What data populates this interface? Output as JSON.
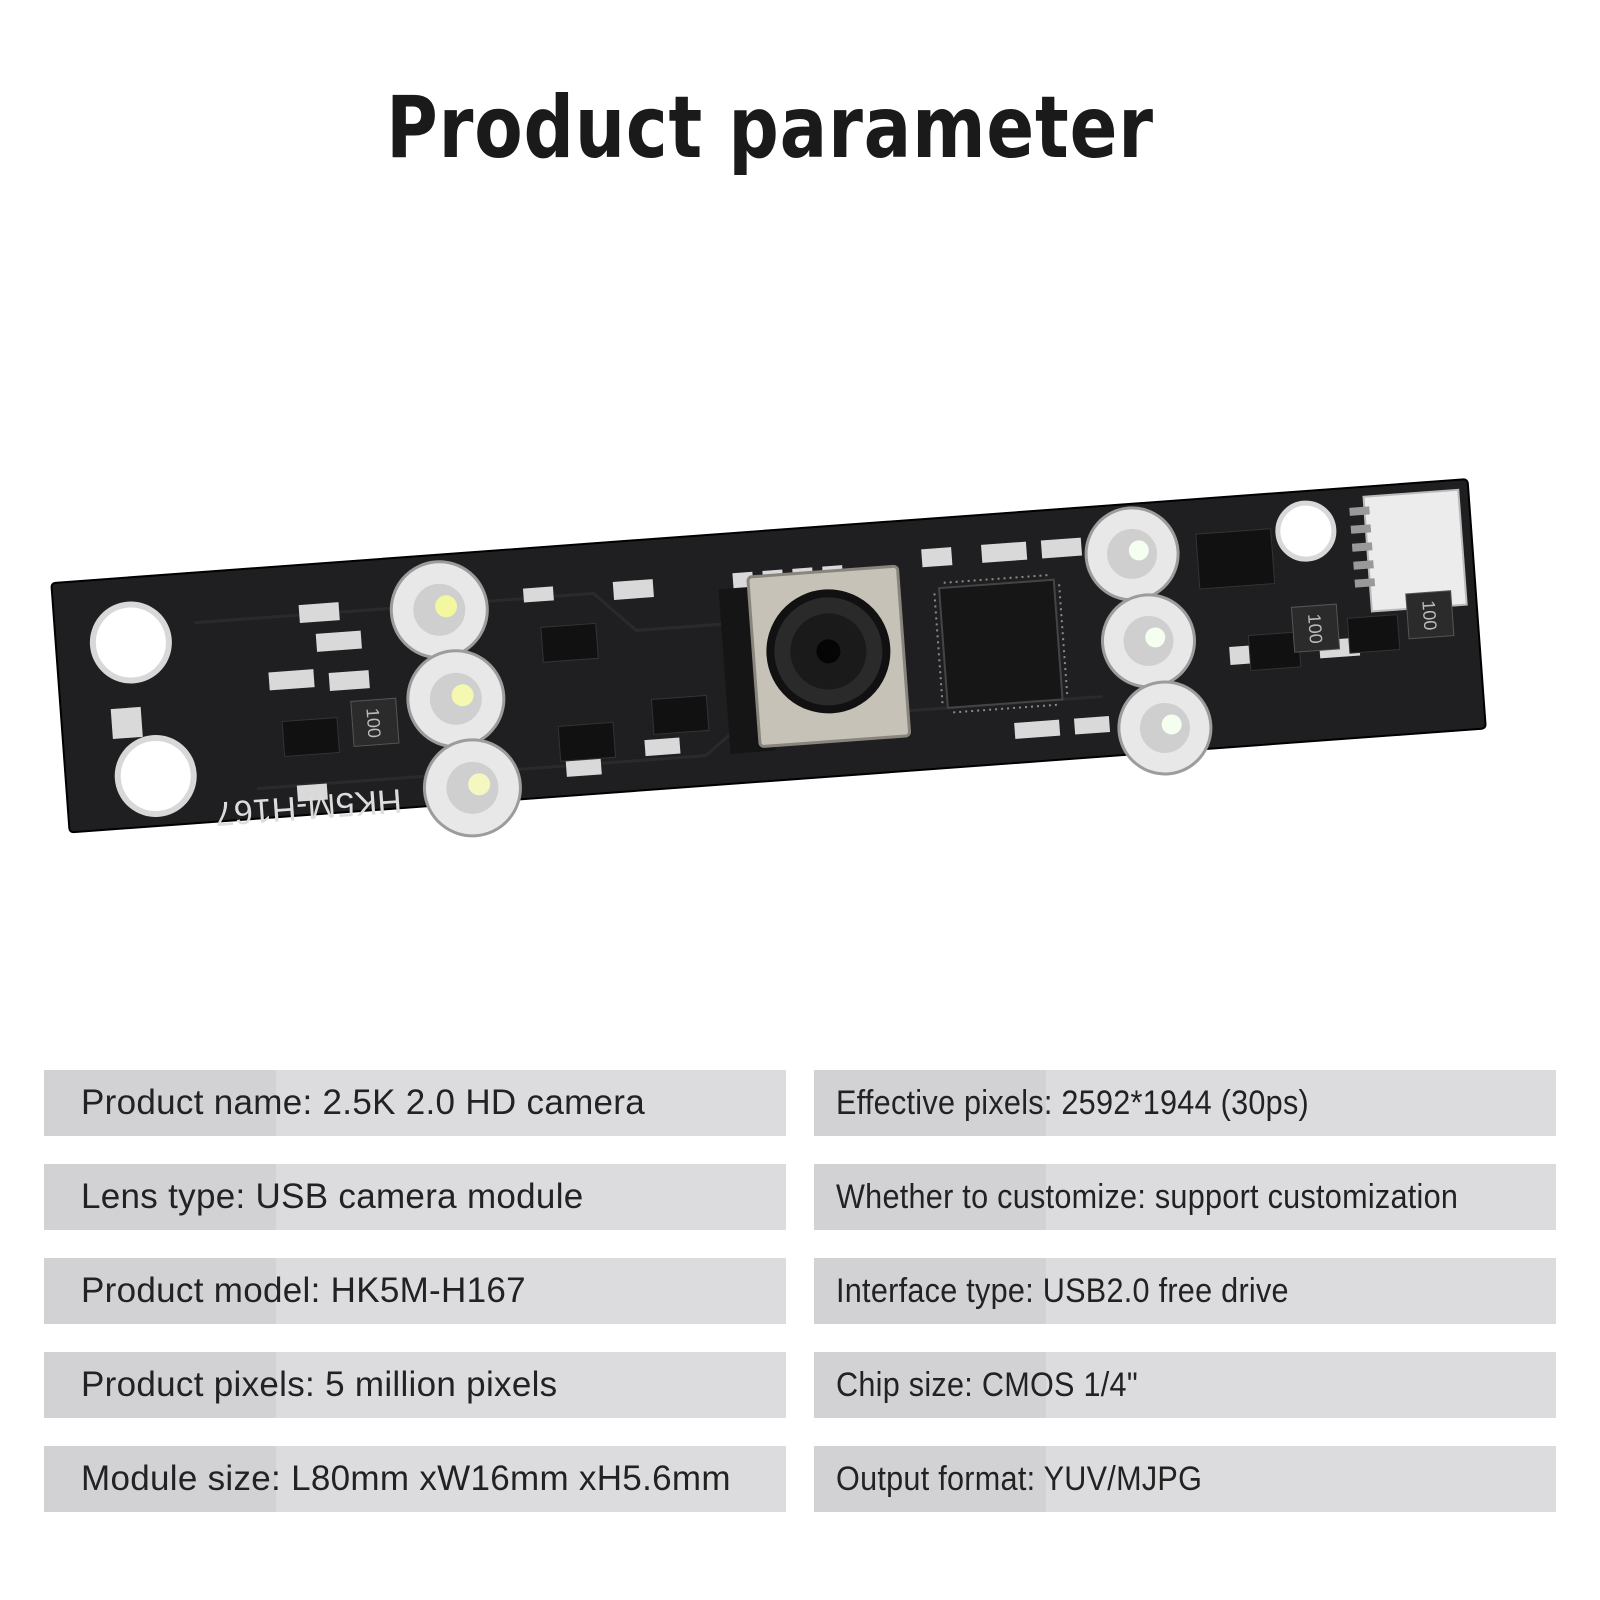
{
  "title": "Product parameter",
  "board_marking": "HK5M-H167",
  "inductor_marking": "100",
  "specs_left": [
    "Product name: 2.5K 2.0 HD camera",
    "Lens type: USB camera module",
    "Product model: HK5M-H167",
    "Product pixels: 5 million pixels",
    "Module size: L80mm xW16mm xH5.6mm"
  ],
  "specs_right": [
    "Effective pixels: 2592*1944 (30ps)",
    "Whether to customize: support customization",
    "Interface type: USB2.0 free drive",
    "Chip size: CMOS 1/4\"",
    "Output format: YUV/MJPG"
  ],
  "colors": {
    "pcb": "#1f1f21",
    "row_bg": "#dcdcdf",
    "title": "#1a1a1a"
  }
}
